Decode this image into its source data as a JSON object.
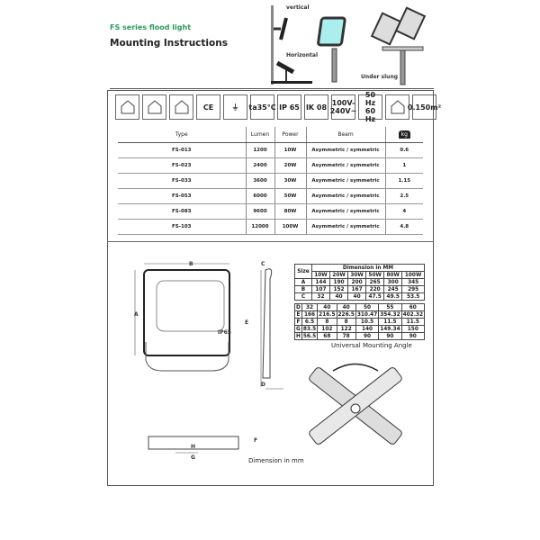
{
  "header": {
    "series": "FS series flood light",
    "title": "Mounting Instructions"
  },
  "mounting_labels": {
    "vertical": "vertical",
    "horizontal": "Horizontal",
    "under_slung": "Under slung"
  },
  "icons": [
    {
      "name": "indoor-outdoor-icon",
      "text": ""
    },
    {
      "name": "wall-mount-icon",
      "text": ""
    },
    {
      "name": "beam-angle-icon",
      "text": ""
    },
    {
      "name": "ce-mark-icon",
      "text": "CE"
    },
    {
      "name": "earth-ground-icon",
      "text": "⏚"
    },
    {
      "name": "temperature-icon",
      "text": "ta35°C"
    },
    {
      "name": "ip-rating-icon",
      "text": "IP 65"
    },
    {
      "name": "ik-rating-icon",
      "text": "IK 08"
    },
    {
      "name": "voltage-icon",
      "text": "100V- 240V~"
    },
    {
      "name": "frequency-icon",
      "text": "50 Hz 60 Hz"
    },
    {
      "name": "mounting-icon",
      "text": ""
    },
    {
      "name": "wind-area-icon",
      "text": "0.150m²"
    }
  ],
  "spec_table": {
    "headers": [
      "Type",
      "Lumen",
      "Power",
      "Beam",
      "kg"
    ],
    "rows": [
      [
        "FS-013",
        "1200",
        "10W",
        "Asymmetric / symmetric",
        "0.6"
      ],
      [
        "FS-023",
        "2400",
        "20W",
        "Asymmetric / symmetric",
        "1"
      ],
      [
        "FS-033",
        "3600",
        "30W",
        "Asymmetric / symmetric",
        "1.15"
      ],
      [
        "FS-053",
        "6000",
        "50W",
        "Asymmetric / symmetric",
        "2.5"
      ],
      [
        "FS-083",
        "9600",
        "80W",
        "Asymmetric / symmetric",
        "4"
      ],
      [
        "FS-103",
        "12000",
        "100W",
        "Asymmetric / symmetric",
        "4.8"
      ]
    ]
  },
  "dimension_table": {
    "size_label": "Size",
    "title": "Dimension in MM",
    "powers": [
      "10W",
      "20W",
      "30W",
      "50W",
      "80W",
      "100W"
    ],
    "rows1": [
      [
        "A",
        "144",
        "190",
        "200",
        "265",
        "300",
        "345"
      ],
      [
        "B",
        "107",
        "152",
        "167",
        "220",
        "245",
        "295"
      ],
      [
        "C",
        "32",
        "40",
        "40",
        "47.5",
        "49.5",
        "53.5"
      ]
    ],
    "rows2": [
      [
        "D",
        "32",
        "40",
        "40",
        "50",
        "55",
        "60"
      ],
      [
        "E",
        "166",
        "216.5",
        "226.5",
        "310.47",
        "354.32",
        "402.32"
      ],
      [
        "F",
        "6.5",
        "8",
        "8",
        "10.5",
        "11.5",
        "11.5"
      ],
      [
        "G",
        "83.5",
        "102",
        "122",
        "140",
        "149.34",
        "150"
      ],
      [
        "H",
        "56.5",
        "68",
        "78",
        "90",
        "90",
        "90"
      ]
    ]
  },
  "drawing_labels": {
    "A": "A",
    "B": "B",
    "C": "C",
    "D": "D",
    "E": "E",
    "F": "F",
    "G": "G",
    "H": "H",
    "ip": "IP65"
  },
  "captions": {
    "angle": "Universal Mounting Angle",
    "dimension": "Dimension in mm"
  }
}
